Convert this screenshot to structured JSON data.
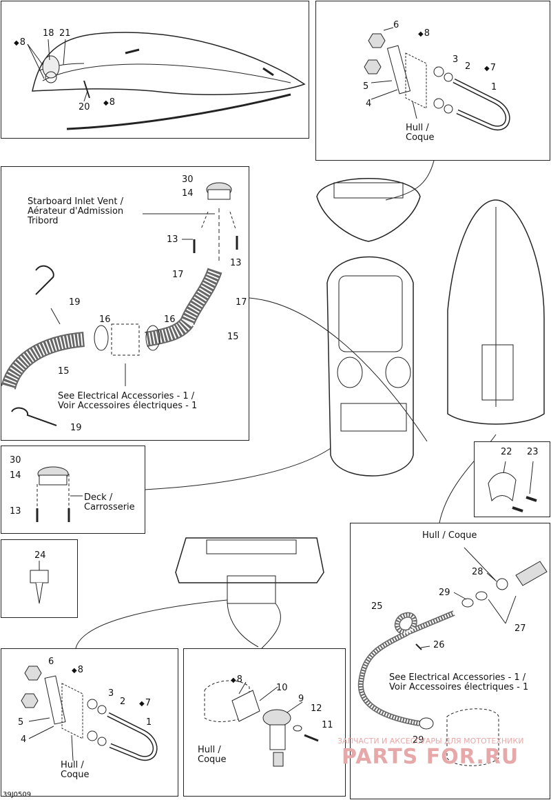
{
  "p1": {
    "l8": "8",
    "l18": "18",
    "l21": "21",
    "l20": "20",
    "l8b": "8"
  },
  "p2": {
    "l6": "6",
    "l8": "8",
    "l3": "3",
    "l2": "2",
    "l7": "7",
    "l1": "1",
    "l5": "5",
    "l4": "4",
    "hull": "Hull /\nCoque"
  },
  "p3": {
    "l30": "30",
    "l14": "14",
    "vent": "Starboard Inlet Vent /\nAérateur d'Admission\nTribord",
    "l13a": "13",
    "l13b": "13",
    "l17a": "17",
    "l17b": "17",
    "l19a": "19",
    "l16a": "16",
    "l16b": "16",
    "l15a": "15",
    "l15b": "15",
    "see": "See Electrical Accessories - 1 /\nVoir Accessoires électriques - 1",
    "l19b": "19"
  },
  "p4": {
    "l30": "30",
    "l14": "14",
    "deck": "Deck /\nCarrosserie",
    "l13": "13"
  },
  "p5": {
    "l22": "22",
    "l23": "23"
  },
  "p6": {
    "l24": "24"
  },
  "p7": {
    "hull": "Hull / Coque",
    "l28": "28",
    "l29a": "29",
    "l25": "25",
    "l27": "27",
    "l26": "26",
    "see": "See Electrical Accessories - 1 /\nVoir Accessoires électriques - 1",
    "l29b": "29"
  },
  "p8": {
    "l6": "6",
    "l8": "8",
    "l3": "3",
    "l2": "2",
    "l7": "7",
    "l1": "1",
    "l5": "5",
    "l4": "4",
    "hull": "Hull /\nCoque"
  },
  "p9": {
    "l8": "8",
    "l10": "10",
    "l9": "9",
    "l12": "12",
    "l11": "11",
    "hull": "Hull /\nCoque"
  },
  "code": "39J0509",
  "watermark": {
    "top": "ЗАПЧАСТИ И АКСЕССУАРЫ ДЛЯ МОТОТЕХНИКИ",
    "brand": "PARTS FOR.RU"
  }
}
